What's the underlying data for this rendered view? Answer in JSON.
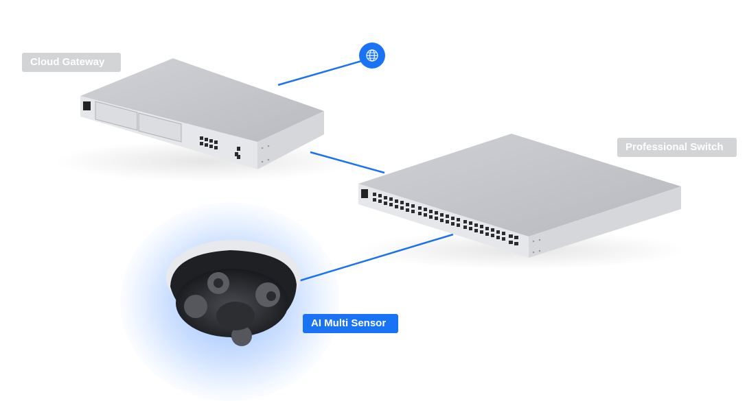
{
  "diagram": {
    "colors": {
      "accent": "#1a73f5",
      "label_gray": "#d3d4d6",
      "device_body": "#c4c6cb",
      "device_front": "#e6e7ea"
    },
    "nodes": [
      {
        "id": "internet",
        "icon": "globe-icon"
      },
      {
        "id": "cloud-gateway",
        "label": "Cloud Gateway"
      },
      {
        "id": "professional-switch",
        "label": "Professional Switch"
      },
      {
        "id": "ai-multi-sensor",
        "label": "AI Multi Sensor",
        "highlighted": true
      }
    ],
    "edges": [
      {
        "from": "internet",
        "to": "cloud-gateway"
      },
      {
        "from": "cloud-gateway",
        "to": "professional-switch"
      },
      {
        "from": "professional-switch",
        "to": "ai-multi-sensor"
      }
    ]
  },
  "labels": {
    "cloud_gateway": "Cloud Gateway",
    "professional_switch": "Professional Switch",
    "ai_multi_sensor": "AI Multi Sensor"
  }
}
